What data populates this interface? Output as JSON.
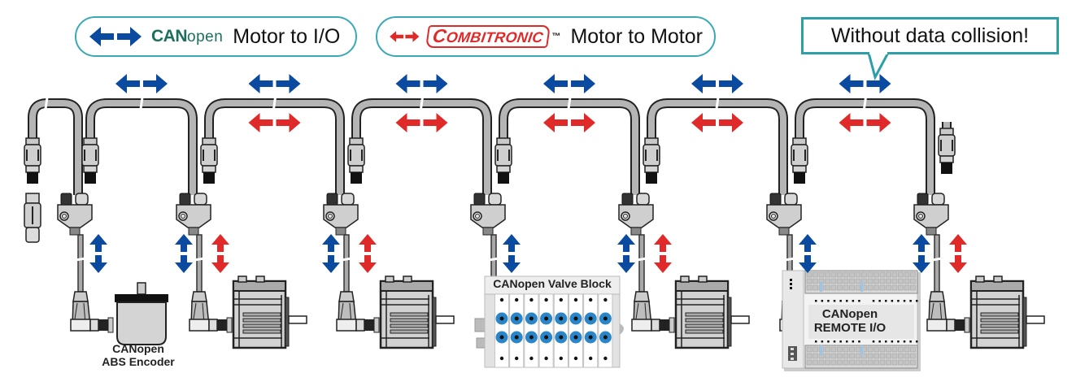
{
  "legend": {
    "canopen": {
      "logo_bold": "CAN",
      "logo_light": "open",
      "label": "Motor to I/O",
      "arrow_color": "#0a4aa0"
    },
    "combitronic": {
      "logo_first": "C",
      "logo_rest": "OMBITRONIC",
      "trademark": "™",
      "label": "Motor to Motor",
      "arrow_color": "#e02a2a"
    }
  },
  "callout": {
    "text": "Without data collision!"
  },
  "colors": {
    "canopen_blue": "#0a4aa0",
    "combitronic_red": "#e02a2a",
    "border_teal": "#2c9fa8",
    "cable_gray": "#b5b5b5",
    "valve_blue": "#2b86c9"
  },
  "devices": [
    {
      "type": "encoder",
      "label_line1": "CANopen",
      "label_line2": "ABS Encoder",
      "links": [
        "canopen"
      ]
    },
    {
      "type": "motor",
      "links": [
        "canopen",
        "combitronic"
      ]
    },
    {
      "type": "motor",
      "links": [
        "canopen",
        "combitronic"
      ]
    },
    {
      "type": "valve-block",
      "label": "CANopen Valve Block",
      "links": [
        "canopen"
      ]
    },
    {
      "type": "motor",
      "links": [
        "canopen",
        "combitronic"
      ]
    },
    {
      "type": "remote-io",
      "label_line1": "CANopen",
      "label_line2": "REMOTE I/O",
      "links": [
        "canopen"
      ]
    },
    {
      "type": "motor",
      "links": [
        "canopen",
        "combitronic"
      ]
    }
  ],
  "bus_segments": [
    {
      "links": [
        "canopen"
      ]
    },
    {
      "links": [
        "canopen",
        "combitronic"
      ]
    },
    {
      "links": [
        "canopen",
        "combitronic"
      ]
    },
    {
      "links": [
        "canopen",
        "combitronic"
      ]
    },
    {
      "links": [
        "canopen",
        "combitronic"
      ]
    },
    {
      "links": [
        "canopen",
        "combitronic"
      ]
    }
  ]
}
